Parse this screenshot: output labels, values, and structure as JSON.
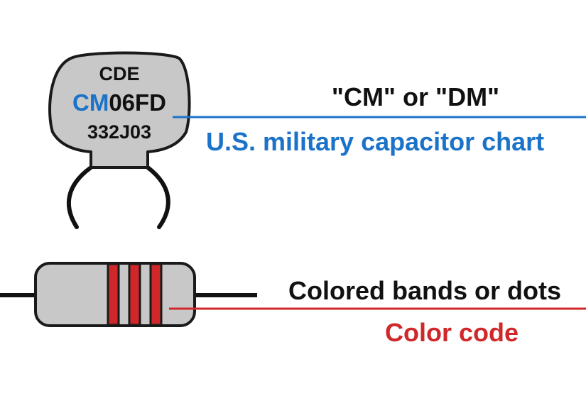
{
  "capacitor": {
    "brand": "CDE",
    "code_prefix": "CM",
    "code_suffix": "06FD",
    "code_line2": "332J03"
  },
  "labels": {
    "cm_dm": "\"CM\" or \"DM\"",
    "military": "U.S. military capacitor chart",
    "bands": "Colored bands or dots",
    "color_code": "Color code"
  },
  "colors": {
    "blue": "#1a73c8",
    "red": "#d0282a",
    "body_gray": "#c8c8c8",
    "outline": "#1a1a1a"
  }
}
